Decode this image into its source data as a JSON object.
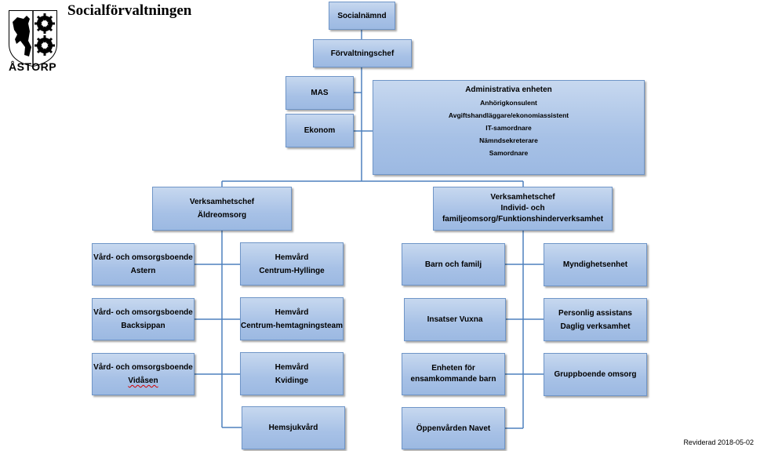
{
  "header": {
    "title": "Socialförvaltningen",
    "logo_text": "ÅSTORP"
  },
  "top": {
    "socialnamnd": "Socialnämnd",
    "forvaltningschef": "Förvaltningschef",
    "mas": "MAS",
    "ekonom": "Ekonom"
  },
  "admin": {
    "title": "Administrativa enheten",
    "items": [
      "Anhörigkonsulent",
      "Avgiftshandläggare/ekonomiassistent",
      "IT-samordnare",
      "Nämndsekreterare",
      "Samordnare"
    ]
  },
  "left_branch": {
    "head_line1": "Verksamhetschef",
    "head_line2": "Äldreomsorg",
    "boende": [
      {
        "line1": "Vård- och omsorgsboende",
        "line2": "Astern"
      },
      {
        "line1": "Vård- och omsorgsboende",
        "line2": "Backsippan"
      },
      {
        "line1": "Vård- och omsorgsboende",
        "line2": "Vidåsen"
      }
    ],
    "hemvard": [
      {
        "line1": "Hemvård",
        "line2": "Centrum-Hyllinge"
      },
      {
        "line1": "Hemvård",
        "line2": "Centrum-hemtagningsteam"
      },
      {
        "line1": "Hemvård",
        "line2": "Kvidinge"
      }
    ],
    "hemsjukvard": "Hemsjukvård"
  },
  "right_branch": {
    "head_line1": "Verksamhetschef",
    "head_line2": "Individ- och",
    "head_line3": "familjeomsorg/Funktionshinderverksamhet",
    "left_col": [
      {
        "line1": "Barn och familj",
        "line2": ""
      },
      {
        "line1": "Insatser Vuxna",
        "line2": ""
      },
      {
        "line1": "Enheten för",
        "line2": "ensamkommande barn"
      },
      {
        "line1": "Öppenvården Navet",
        "line2": ""
      }
    ],
    "right_col": [
      {
        "line1": "Myndighetsenhet",
        "line2": ""
      },
      {
        "line1": "Personlig assistans",
        "line2": "Daglig verksamhet"
      },
      {
        "line1": "Gruppboende omsorg",
        "line2": ""
      }
    ]
  },
  "footer": {
    "revised": "Reviderad 2018-05-02"
  },
  "colors": {
    "box_fill": "#a7c1e6",
    "box_border": "#6f95c7",
    "connector": "#4f81bd"
  }
}
